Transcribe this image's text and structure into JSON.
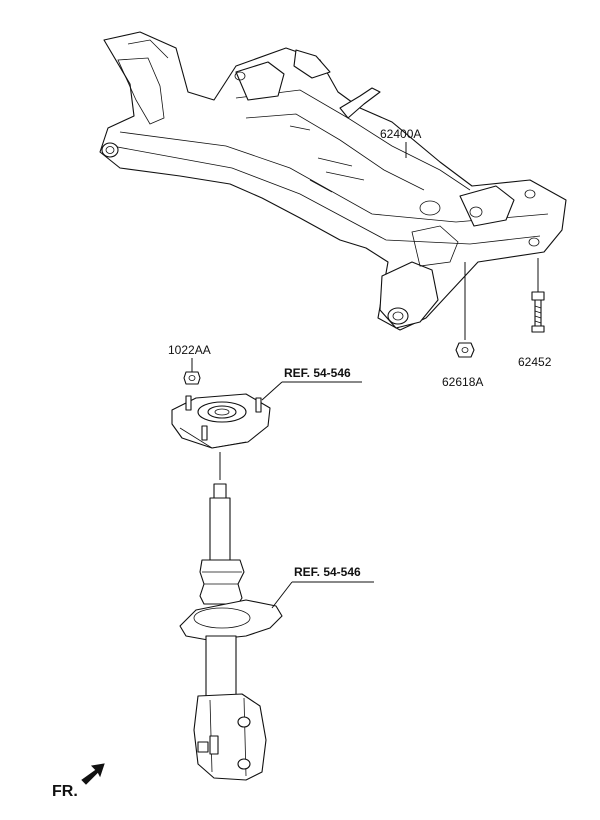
{
  "labels": {
    "subframe": "62400A",
    "nut": "62618A",
    "bolt": "62452",
    "mount_nut": "1022AA",
    "ref_upper": "REF. 54-546",
    "ref_lower": "REF. 54-546",
    "front_marker": "FR."
  }
}
